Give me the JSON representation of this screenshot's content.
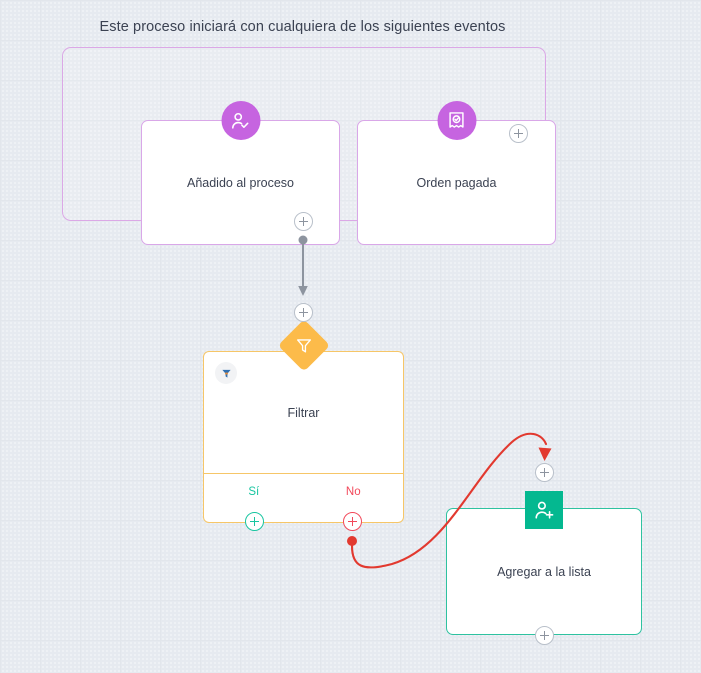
{
  "canvas": {
    "title": "Este proceso iniciará con cualquiera de los siguientes eventos",
    "background_color": "#eef1f5",
    "grid_line_color": "#e2e6ec"
  },
  "colors": {
    "trigger_purple": "#c664e0",
    "trigger_border": "#d9a7e8",
    "filter_amber": "#fcbb4a",
    "branch_yes_teal": "#18c5a0",
    "branch_no_red": "#f2485a",
    "list_teal": "#04b890",
    "list_border": "#2ec2a0",
    "connector_gray": "#8d949f",
    "connector_red": "#e2392f",
    "text_primary": "#3b4252"
  },
  "trigger_group": {
    "events": [
      {
        "label": "Añadido al proceso",
        "icon": "person-check-icon"
      },
      {
        "label": "Orden pagada",
        "icon": "receipt-check-icon"
      }
    ],
    "add_right_label": "+",
    "add_bottom_label": "+"
  },
  "filter_node": {
    "label": "Filtrar",
    "icon": "funnel-icon",
    "chip_icon": "funnel-small-icon",
    "branches": [
      {
        "key": "yes",
        "label": "Sí",
        "color": "#18c5a0",
        "add_label": "+"
      },
      {
        "key": "no",
        "label": "No",
        "color": "#f2485a",
        "add_label": "+"
      }
    ],
    "add_before_label": "+"
  },
  "list_node": {
    "label": "Agregar a la lista",
    "icon": "person-add-icon",
    "add_bottom_label": "+",
    "add_above_label": "+"
  }
}
